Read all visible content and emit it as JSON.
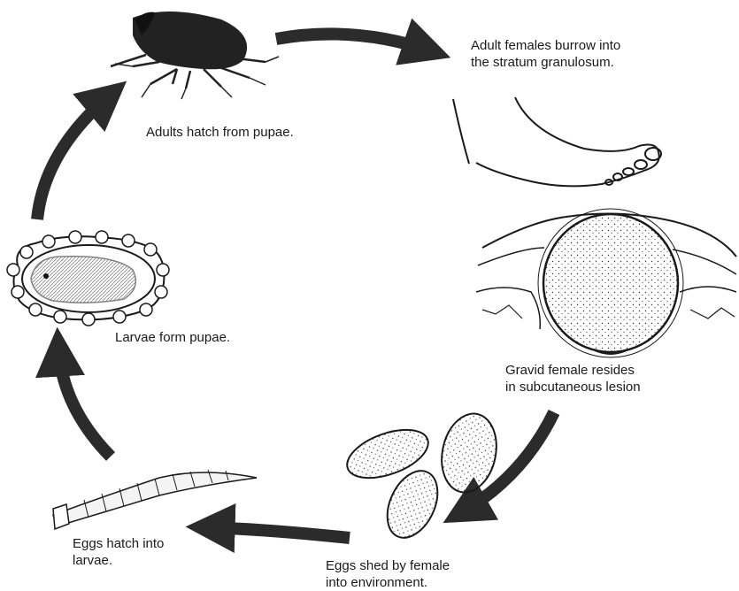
{
  "stages": {
    "adults_hatch": {
      "line1": "Adults hatch from pupae."
    },
    "females_burrow": {
      "line1": "Adult females burrow into",
      "line2": "the stratum granulosum."
    },
    "gravid_female": {
      "line1": "Gravid female resides",
      "line2": "in subcutaneous lesion"
    },
    "eggs_shed": {
      "line1": "Eggs shed by female",
      "line2": "into environment."
    },
    "eggs_hatch": {
      "line1": "Eggs hatch into",
      "line2": "larvae."
    },
    "larvae_pupae": {
      "line1": "Larvae form pupae."
    }
  },
  "colors": {
    "arrow": "#2b2b2b",
    "ink": "#1a1a1a",
    "background": "#ffffff"
  },
  "illustrations": [
    "adult-flea",
    "human-foot",
    "skin-lesion-cross-section",
    "eggs",
    "larva",
    "pupa-cocoon"
  ]
}
